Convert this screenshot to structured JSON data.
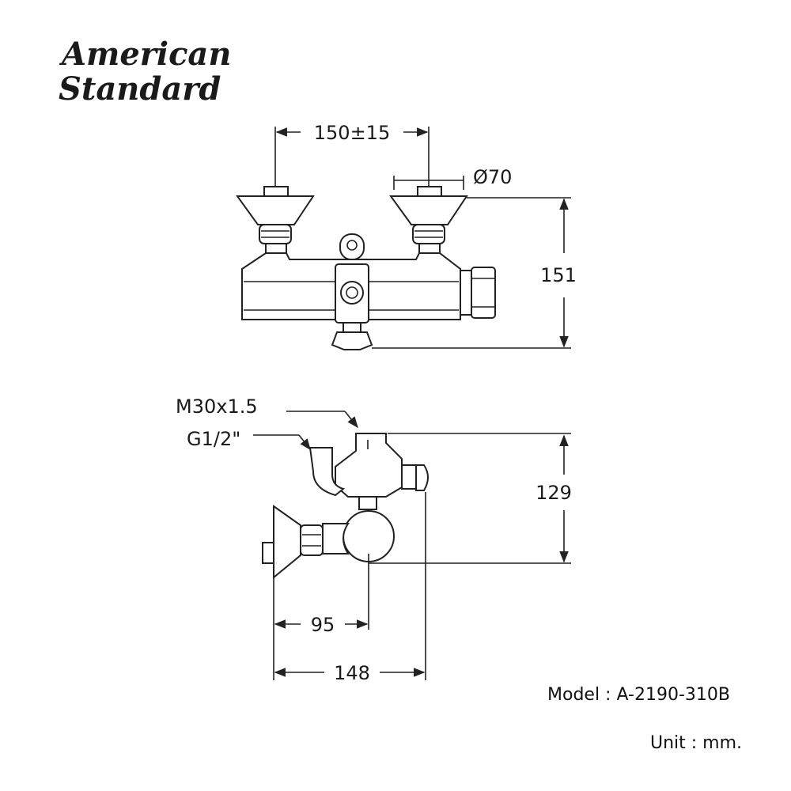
{
  "brand": {
    "line1": "American",
    "line2": "Standard"
  },
  "dimensions": {
    "centers": "150±15",
    "diameter": "Ø70",
    "height_front": "151",
    "outlet_thread": "M30x1.5",
    "inlet_thread": "G1/2\"",
    "height_side": "129",
    "depth_center": "95",
    "depth_total": "148"
  },
  "info": {
    "model_label": "Model : A-2190-310B",
    "unit_label": "Unit : mm."
  },
  "colors": {
    "line": "#222222",
    "text": "#1a1a1a",
    "background": "#ffffff"
  }
}
